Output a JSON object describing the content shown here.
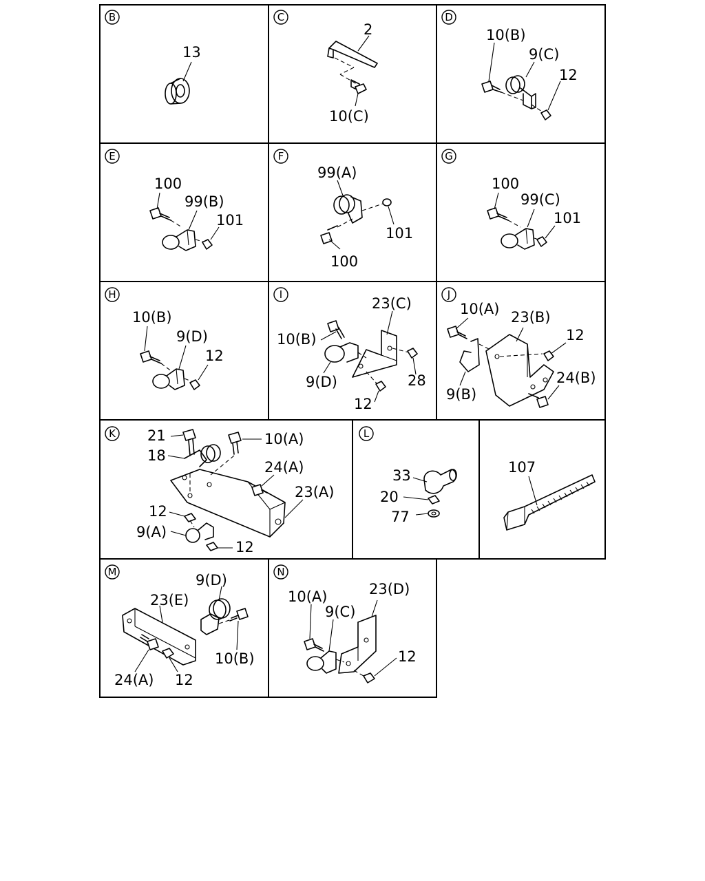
{
  "panels": [
    {
      "id": "B",
      "letter": "B",
      "callouts": [
        "13"
      ]
    },
    {
      "id": "C",
      "letter": "C",
      "callouts": [
        "2",
        "10(C)"
      ]
    },
    {
      "id": "D",
      "letter": "D",
      "callouts": [
        "10(B)",
        "9(C)",
        "12"
      ]
    },
    {
      "id": "E",
      "letter": "E",
      "callouts": [
        "100",
        "99(B)",
        "101"
      ]
    },
    {
      "id": "F",
      "letter": "F",
      "callouts": [
        "99(A)",
        "101",
        "100"
      ]
    },
    {
      "id": "G",
      "letter": "G",
      "callouts": [
        "100",
        "99(C)",
        "101"
      ]
    },
    {
      "id": "H",
      "letter": "H",
      "callouts": [
        "10(B)",
        "9(D)",
        "12"
      ]
    },
    {
      "id": "I",
      "letter": "I",
      "callouts": [
        "23(C)",
        "10(B)",
        "9(D)",
        "28",
        "12"
      ]
    },
    {
      "id": "J",
      "letter": "J",
      "callouts": [
        "10(A)",
        "23(B)",
        "12",
        "24(B)",
        "9(B)"
      ]
    },
    {
      "id": "K",
      "letter": "K",
      "callouts": [
        "21",
        "10(A)",
        "18",
        "24(A)",
        "23(A)",
        "12",
        "9(A)",
        "12"
      ]
    },
    {
      "id": "L",
      "letter": "L",
      "callouts": [
        "33",
        "20",
        "77"
      ]
    },
    {
      "id": "T",
      "letter": "",
      "callouts": [
        "107"
      ]
    },
    {
      "id": "M",
      "letter": "M",
      "callouts": [
        "9(D)",
        "23(E)",
        "10(B)",
        "24(A)",
        "12"
      ]
    },
    {
      "id": "N",
      "letter": "N",
      "callouts": [
        "10(A)",
        "23(D)",
        "9(C)",
        "12"
      ]
    }
  ]
}
